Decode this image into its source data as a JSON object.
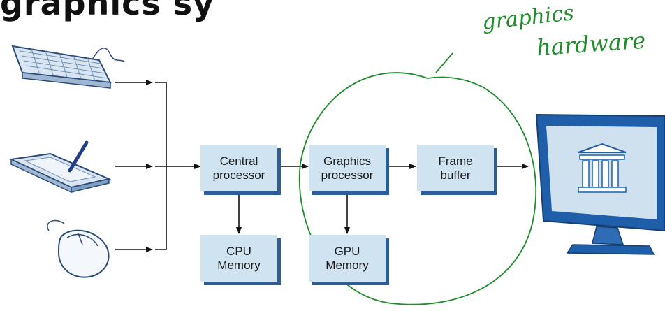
{
  "title_fragment": "graphics sy",
  "blocks": {
    "central_processor": "Central\nprocessor",
    "graphics_processor": "Graphics\nprocessor",
    "frame_buffer": "Frame\nbuffer",
    "cpu_memory": "CPU\nMemory",
    "gpu_memory": "GPU\nMemory"
  },
  "input_devices": [
    "keyboard",
    "graphics-tablet",
    "mouse"
  ],
  "output_device": "monitor",
  "annotation": {
    "line1": "graphics",
    "line2": "hardware",
    "color": "#1e8c2a"
  },
  "colors": {
    "box_fill": "#cfe3f1",
    "box_shadow": "#2c5d9a"
  }
}
